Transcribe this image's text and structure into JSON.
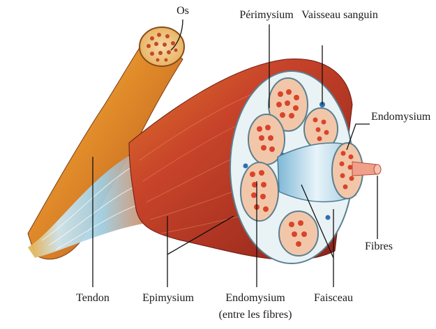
{
  "labels": {
    "os": "Os",
    "perimysium": "Périmysium",
    "vaisseau": "Vaisseau sanguin",
    "endomysium_right": "Endomysium",
    "fibres": "Fibres",
    "tendon": "Tendon",
    "epimysium": "Epimysium",
    "endomysium_bottom": "Endomysium",
    "endomysium_bottom_sub": "(entre les fibres)",
    "faisceau": "Faisceau"
  },
  "colors": {
    "muscle": "#c0392b",
    "tendon": "#b8d9e8",
    "bone": "#d68a2b",
    "bundle_fill": "#f2c7a9",
    "fibre_dot": "#d9442b",
    "vessel": "#2f6fb3"
  }
}
